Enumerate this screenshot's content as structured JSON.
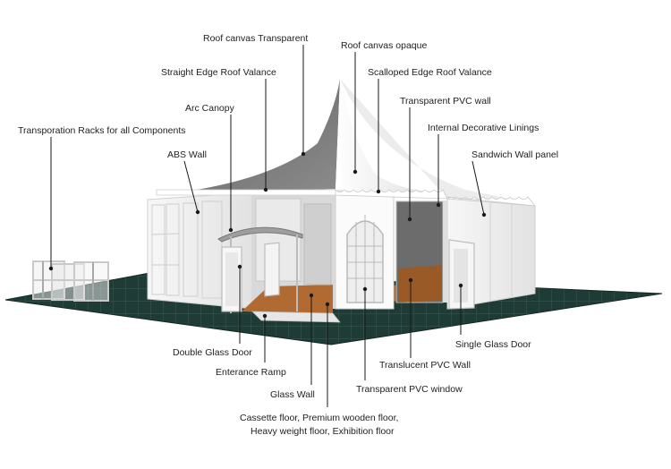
{
  "labels": {
    "roof_canvas_transparent": "Roof canvas Transparent",
    "roof_canvas_opaque": "Roof canvas opaque",
    "straight_edge_roof_valance": "Straight Edge Roof Valance",
    "scalloped_edge_roof_valance": "Scalloped Edge Roof Valance",
    "arc_canopy": "Arc Canopy",
    "transparent_pvc_wall": "Transparent PVC wall",
    "transportation_racks": "Transporation Racks for all Components",
    "internal_decorative_linings": "Internal Decorative Linings",
    "abs_wall": "ABS Wall",
    "sandwich_wall_panel": "Sandwich Wall panel",
    "double_glass_door": "Double Glass Door",
    "single_glass_door": "Single Glass Door",
    "entrance_ramp": "Enterance Ramp",
    "translucent_pvc_wall": "Translucent PVC Wall",
    "glass_wall": "Glass Wall",
    "transparent_pvc_window": "Transparent PVC window",
    "floor_line1": "Cassette floor, Premium wooden floor,",
    "floor_line2": "Heavy weight floor, Exhibition floor"
  },
  "colors": {
    "floor": "#1f3b36",
    "floor_grid": "#3c5a54",
    "tent_white": "#f2f2f2",
    "roof_inner": "#7a7a7a",
    "wood": "#b06a32"
  }
}
